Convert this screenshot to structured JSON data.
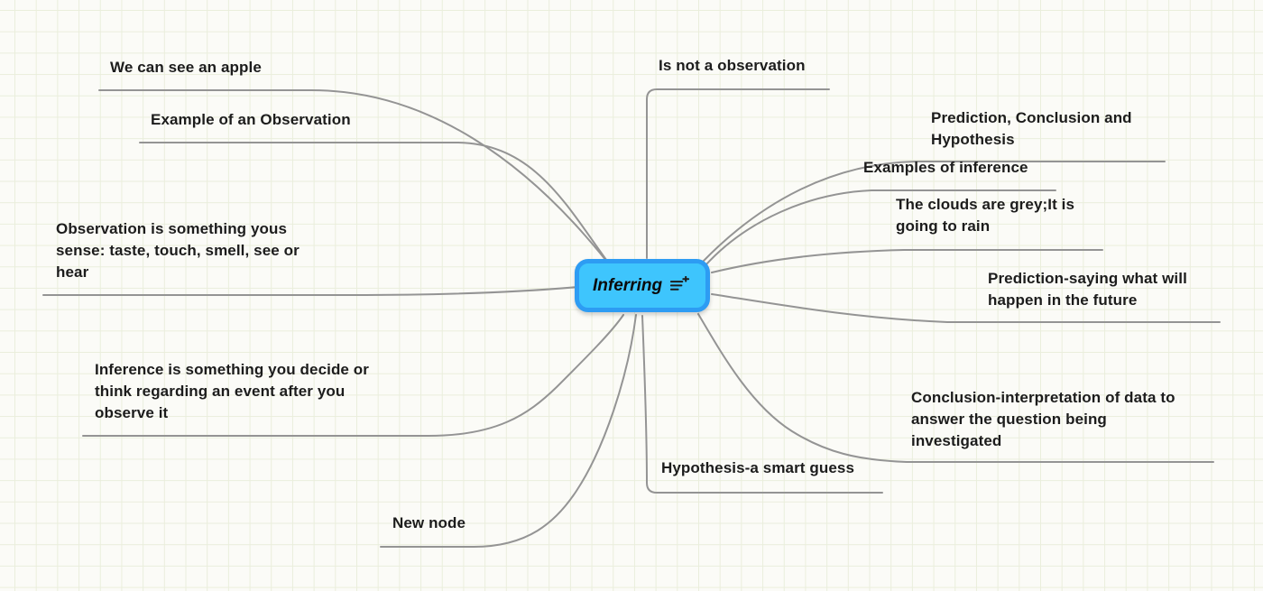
{
  "diagram": {
    "type": "mind-map",
    "center_node": {
      "label": "Inferring",
      "icon": "notes-add-icon"
    },
    "branches": [
      {
        "id": "we-can-see-an-apple",
        "label": "We can see an apple"
      },
      {
        "id": "example-of-an-observation",
        "label": "Example of an Observation"
      },
      {
        "id": "observation-definition",
        "label": "Observation is something yous\nsense: taste, touch, smell, see or\nhear"
      },
      {
        "id": "inference-definition",
        "label": "Inference is something you decide or\nthink regarding an event after you\nobserve it"
      },
      {
        "id": "new-node",
        "label": "New node"
      },
      {
        "id": "is-not-a-observation",
        "label": "Is not a observation"
      },
      {
        "id": "hypothesis-smart-guess",
        "label": "Hypothesis-a smart guess"
      },
      {
        "id": "prediction-conclusion-hypothesis",
        "label": "Prediction, Conclusion and\nHypothesis"
      },
      {
        "id": "examples-of-inference",
        "label": "Examples of inference"
      },
      {
        "id": "clouds-grey-rain",
        "label": "The clouds are grey;It is\ngoing to rain"
      },
      {
        "id": "prediction-definition",
        "label": "Prediction-saying what will\nhappen in the future"
      },
      {
        "id": "conclusion-definition",
        "label": "Conclusion-interpretation of data to\nanswer the question being\ninvestigated"
      }
    ],
    "colors": {
      "background": "#fbfbf7",
      "grid_line": "#eaeedc",
      "branch_line": "#949494",
      "label_text": "#1c1c1c",
      "node_fill": "#3ec5fd",
      "node_border": "#2d9cf3",
      "node_text": "#0b0b0b"
    }
  }
}
